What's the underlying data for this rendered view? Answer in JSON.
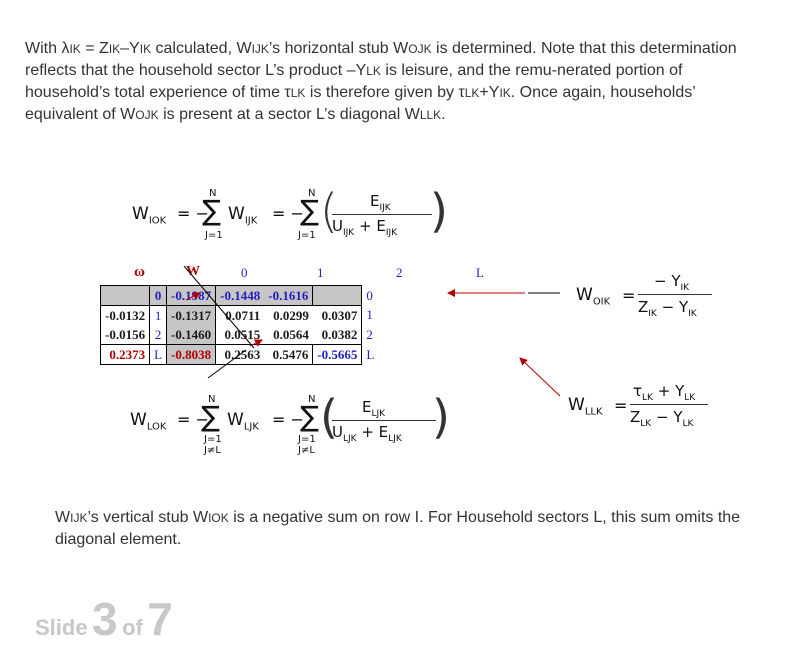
{
  "paragraph": {
    "p1": "With ",
    "lambda": "λ",
    "ik1": "IK",
    "eq": " = Z",
    "ik2": "IK",
    "minus": "–Y",
    "ik3": "IK",
    "p2": " calculated, W",
    "ijk": "IJK",
    "p3": "’s horizontal stub W",
    "ojk1": "OJK",
    "p4": " is determined. Note that this determination reflects that the household sector L’s product –Y",
    "lk1": "LK",
    "p5": " is leisure, and the remu-nerated portion of household’s total experience of time ",
    "tau1": "τ",
    "lk2": "LK",
    "p6": " is therefore given by ",
    "tau2": "τ",
    "lk3": "LK",
    "p7": "+Y",
    "ik4": "IK",
    "p8": ". Once again, households’ equivalent of W",
    "ojk2": "OJK",
    "p9": " is present at a sector L’s diagonal W",
    "llk": "LLK",
    "p10": "."
  },
  "matrix": {
    "omega": "ω",
    "w": "W",
    "col_headers": [
      "0",
      "1",
      "2",
      "L"
    ],
    "rows": [
      {
        "left": "",
        "idx": "0",
        "cells": [
          "-0.1987",
          "-0.1448",
          "-0.1616",
          ""
        ],
        "right": "0"
      },
      {
        "left": "-0.0132",
        "idx": "1",
        "cells": [
          "-0.1317",
          "0.0711",
          "0.0299",
          "0.0307"
        ],
        "right": "1"
      },
      {
        "left": "-0.0156",
        "idx": "2",
        "cells": [
          "-0.1460",
          "0.0515",
          "0.0564",
          "0.0382"
        ],
        "right": "2"
      },
      {
        "left": "0.2373",
        "idx": "L",
        "cells": [
          "-0.8038",
          "0.2563",
          "0.5476",
          "-0.5665"
        ],
        "right": "L"
      }
    ]
  },
  "formulas": {
    "top_N1": "N",
    "top_N2": "N",
    "top_j1": "J=1",
    "top_j2": "J=1",
    "top_W": "W",
    "top_W_sub": "IOK",
    "top_eq": "= −",
    "top_sum_W": "W",
    "top_sum_W_sub": "IJK",
    "top_eq2": "= −",
    "top_num_E": "E",
    "top_num_sub": "IJK",
    "top_den_U": "U",
    "top_den_U_sub": "IJK",
    "top_den_plus": "+ E",
    "top_den_E_sub": "IJK",
    "bot_N1": "N",
    "bot_N2": "N",
    "bot_j1": "J=1",
    "bot_j2": "J=1",
    "bot_jne1": "J≠L",
    "bot_jne2": "J≠L",
    "bot_W": "W",
    "bot_W_sub": "LOK",
    "bot_sum_W": "W",
    "bot_sum_W_sub": "LJK",
    "bot_num_E": "E",
    "bot_num_sub": "LJK",
    "bot_den_U": "U",
    "bot_den_U_sub": "LJK",
    "bot_den_E_sub": "LJK",
    "woik_W": "W",
    "woik_sub": "OIK",
    "woik_eq": "=",
    "woik_num": "− Y",
    "woik_num_sub": "IK",
    "woik_den_Z": "Z",
    "woik_den_Z_sub": "IK",
    "woik_den_minus": "− Y",
    "woik_den_Y_sub": "IK",
    "wllk_W": "W",
    "wllk_sub": "LLK",
    "wllk_eq": "=",
    "wllk_tau": "τ",
    "wllk_tau_sub": "LK",
    "wllk_plus": "+ Y",
    "wllk_plusY_sub": "LK",
    "wllk_den_Z": "Z",
    "wllk_den_Z_sub": "LK",
    "wllk_den_minus": "− Y",
    "wllk_den_Y_sub": "LK"
  },
  "note": {
    "p1": "W",
    "ijk": "IJK",
    "p2": "’s vertical stub W",
    "iok": "IOK",
    "p3": " is a negative sum on row I. For Household sectors L, this sum omits the diagonal element."
  },
  "slide": {
    "label_slide": "Slide",
    "current": "3",
    "label_of": "of",
    "total": "7"
  },
  "colors": {
    "blue": "#1f1fbf",
    "red": "#b00000",
    "gray": "#c6c6c6"
  }
}
